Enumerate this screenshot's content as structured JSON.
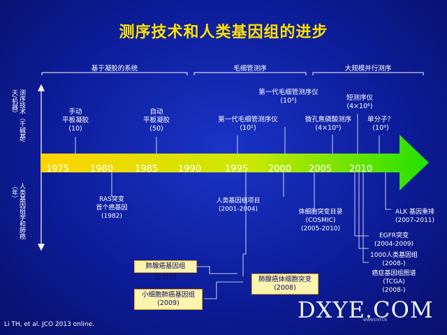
{
  "title": "测序技术和人类基因组的进步",
  "eras": [
    {
      "label": "基于凝胶的系统"
    },
    {
      "label": "毛细管测序"
    },
    {
      "label": "大规模并行测序"
    }
  ],
  "axis_labels": {
    "top": "测序技术（千碱基/天/机器）",
    "bottom": "人类基因组学和肺癌（年）"
  },
  "years": [
    "1975",
    "1980",
    "1985",
    "1990",
    "1995",
    "2000",
    "2005",
    "2010"
  ],
  "top_events": [
    {
      "lines": [
        "手动",
        "平板凝胶",
        "(10)"
      ]
    },
    {
      "lines": [
        "自动",
        "平板凝胶",
        "(50)"
      ]
    },
    {
      "lines": [
        "第一代毛细管测序仪",
        "(10²)"
      ]
    },
    {
      "lines": [
        "第一代毛细管测序仪",
        "(10³)"
      ]
    },
    {
      "lines": [
        "微孔焦磷酸测序",
        "(4×10⁵)"
      ]
    },
    {
      "lines": [
        "短测序仪",
        "(4×10⁶)"
      ]
    },
    {
      "lines": [
        "单分子？",
        "(10⁹)"
      ]
    }
  ],
  "bottom_events": [
    {
      "lines": [
        "RAS突变",
        "首个癌基因",
        "(1982)"
      ]
    },
    {
      "lines": [
        "人类基因组项目",
        "(2001-2004)"
      ]
    },
    {
      "lines": [
        "体细胞突变目录",
        "(COSMIC)",
        "(2005-2010)"
      ]
    },
    {
      "lines": [
        "ALK 基因重排",
        "(2007-2011)"
      ]
    },
    {
      "lines": [
        "EGFR突变",
        "(2004-2009)"
      ]
    },
    {
      "lines": [
        "1000人类基因组",
        "(2008-)"
      ]
    },
    {
      "lines": [
        "癌症基因组图谱",
        "(TCGA)",
        "(2008-)"
      ]
    }
  ],
  "boxes": [
    {
      "lines": [
        "肺腺癌基因组 (2010)"
      ]
    },
    {
      "lines": [
        "小细胞肺癌基因组",
        "(2009)"
      ]
    },
    {
      "lines": [
        "肺腺癌体细胞突变",
        "(2008)"
      ]
    }
  ],
  "citation": "Li TH, et al. JCO 2013 online.",
  "watermark": "DXYE.COM",
  "watermark_sub": "WWW.DXY.CN",
  "colors": {
    "title": "#ffe100",
    "arrow_start": "#ffd400",
    "arrow_end": "#22e000",
    "box_bg": "#fff3b0",
    "box_border": "#e8a300"
  }
}
